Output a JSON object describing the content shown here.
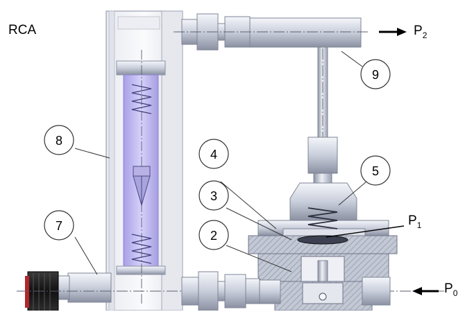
{
  "title": "RCA",
  "callouts": [
    "9",
    "8",
    "4",
    "5",
    "3",
    "7",
    "2"
  ],
  "pressure_labels": {
    "p2": {
      "base": "P",
      "sub": "2"
    },
    "p1": {
      "base": "P",
      "sub": "1"
    },
    "p0": {
      "base": "P",
      "sub": "0"
    }
  },
  "colors": {
    "metal_light": "#e6e9f0",
    "metal_mid": "#b9bfce",
    "metal_dark": "#7d8495",
    "glass_tube": "#bdb6ee",
    "glass_frame": "#f2f3f6",
    "section_hatch": "#9aa0b2",
    "knob": "#1e1e1e",
    "knob_cap": "#b0262b"
  }
}
